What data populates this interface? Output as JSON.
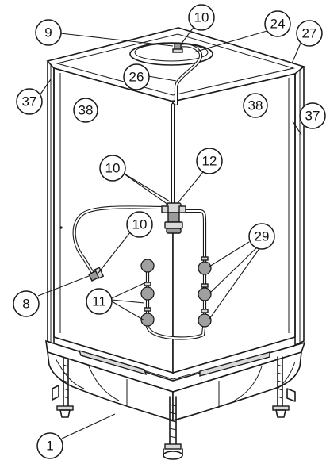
{
  "callouts": [
    {
      "id": "c9",
      "label": "9"
    },
    {
      "id": "c10a",
      "label": "10"
    },
    {
      "id": "c24",
      "label": "24"
    },
    {
      "id": "c27",
      "label": "27"
    },
    {
      "id": "c26",
      "label": "26"
    },
    {
      "id": "c37a",
      "label": "37"
    },
    {
      "id": "c38a",
      "label": "38"
    },
    {
      "id": "c38b",
      "label": "38"
    },
    {
      "id": "c37b",
      "label": "37"
    },
    {
      "id": "c10b",
      "label": "10"
    },
    {
      "id": "c12",
      "label": "12"
    },
    {
      "id": "c10c",
      "label": "10"
    },
    {
      "id": "c29",
      "label": "29"
    },
    {
      "id": "c8",
      "label": "8"
    },
    {
      "id": "c11",
      "label": "11"
    },
    {
      "id": "c1",
      "label": "1"
    }
  ]
}
